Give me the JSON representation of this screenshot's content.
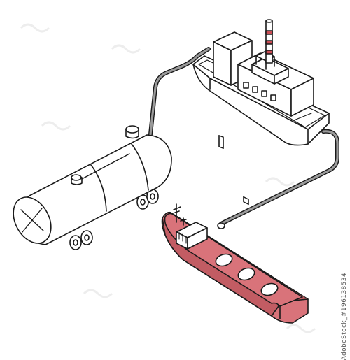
{
  "image": {
    "subject": "tanker truck, supply ship and tanker ship connected by transfer hoses",
    "stock_id": "AdobeStock_#196138534",
    "watermark_text": "Adobe Stock"
  },
  "colors": {
    "line": "#1a1a1a",
    "fill": "#ffffff",
    "hose": "#9a9a9a",
    "tanker_hull": "#d9737a",
    "tanker_hull_dark": "#c25c63",
    "funnel_band": "#c94d55",
    "watermark": "#dcdcdc"
  }
}
